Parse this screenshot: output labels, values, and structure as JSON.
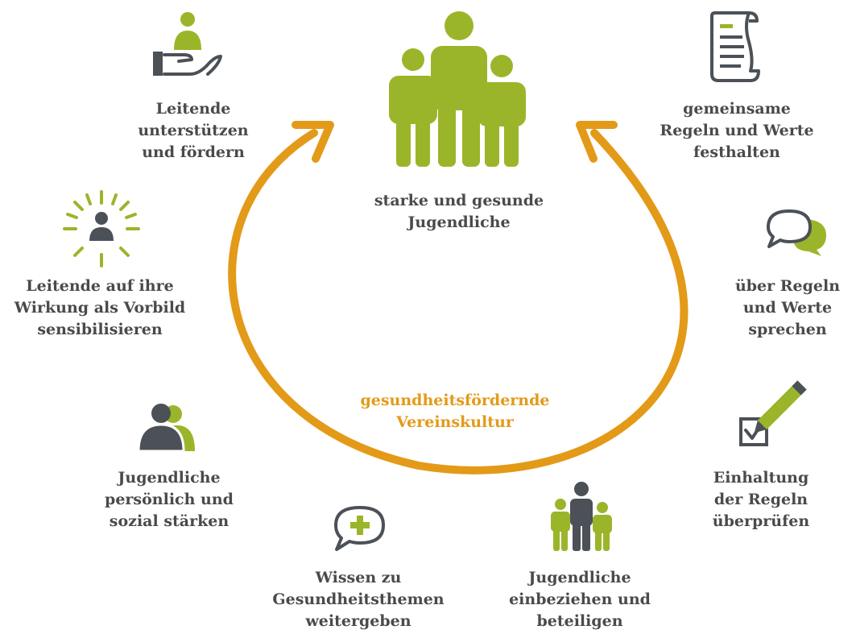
{
  "center": {
    "line1": "starke und gesunde",
    "line2": "Jugendliche"
  },
  "culture": {
    "line1": "gesundheitsfördernde",
    "line2": "Vereinskultur"
  },
  "items": [
    {
      "lines": [
        "Leitende",
        "unterstützen",
        "und fördern"
      ]
    },
    {
      "lines": [
        "Leitende auf ihre",
        "Wirkung als Vorbild",
        "sensibilisieren"
      ]
    },
    {
      "lines": [
        "Jugendliche",
        "persönlich und",
        "sozial stärken"
      ]
    },
    {
      "lines": [
        "Wissen zu",
        "Gesundheitsthemen",
        "weitergeben"
      ]
    },
    {
      "lines": [
        "Jugendliche",
        "einbeziehen und",
        "beteiligen"
      ]
    },
    {
      "lines": [
        "Einhaltung",
        "der Regeln",
        "überprüfen"
      ]
    },
    {
      "lines": [
        "über Regeln",
        "und Werte",
        "sprechen"
      ]
    },
    {
      "lines": [
        "gemeinsame",
        "Regeln und Werte",
        "festhalten"
      ]
    }
  ],
  "colors": {
    "green": "#9bb52a",
    "dark": "#4b5157",
    "orange": "#e39a18",
    "text": "#4a4a4a"
  }
}
